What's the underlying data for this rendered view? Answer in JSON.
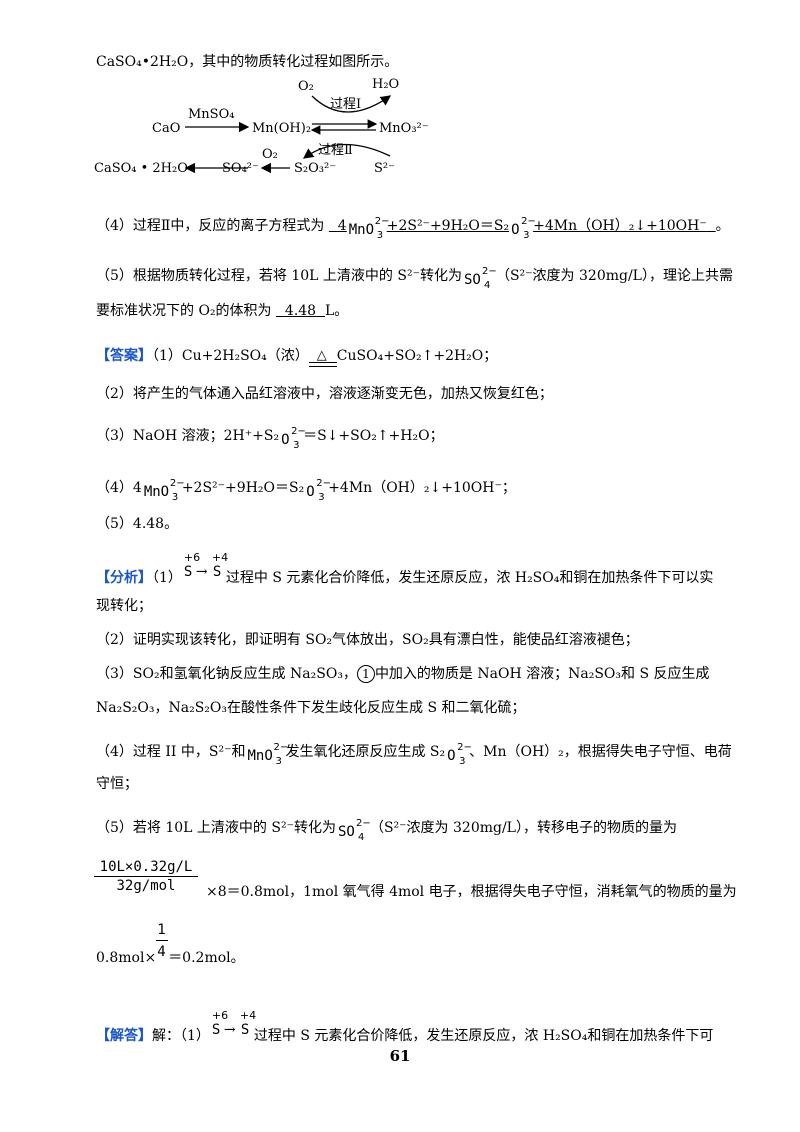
{
  "line_intro": "CaSO₄•2H₂O，其中的物质转化过程如图所示。",
  "diagram": {
    "o2_a": "O₂",
    "h2o": "H₂O",
    "process1": "过程Ⅰ",
    "mnso4": "MnSO₄",
    "cao": "CaO",
    "mnoh2": "Mn(OH)₂",
    "mno3": "MnO₃²⁻",
    "process2": "过程Ⅱ",
    "o2_b": "O₂",
    "caso4": "CaSO₄ • 2H₂O",
    "so4": "SO₄²⁻",
    "s2o3": "S₂O₃²⁻",
    "s2": "S²⁻"
  },
  "q4": {
    "prefix": "（4）过程Ⅱ中，反应的离子方程式为",
    "answer_a": "4",
    "answer_b": "+2S²⁻+9H₂O＝S₂",
    "answer_c": "+4Mn（OH）₂↓+10OH⁻",
    "suffix": "。"
  },
  "q5": {
    "line1_a": "（5）根据物质转化过程，若将 10L 上清液中的 S²⁻转化为",
    "line1_b": "（S²⁻浓度为 320mg/L），理论上共需",
    "line2_a": "要标准状况下的 O₂的体积为",
    "answer": "4.48",
    "line2_b": "L。"
  },
  "answer": {
    "tag": "【答案】",
    "a1": "（1）Cu+2H₂SO₄（浓）",
    "a1_cond": "△",
    "a1_rest": "CuSO₄+SO₂↑+2H₂O；",
    "a2": "（2）将产生的气体通入品红溶液中，溶液逐渐变无色，加热又恢复红色；",
    "a3_a": "（3）NaOH 溶液；2H⁺+S₂",
    "a3_b": "＝S↓+SO₂↑+H₂O；",
    "a4_a": "（4）4",
    "a4_b": "+2S²⁻+9H₂O＝S₂",
    "a4_c": "+4Mn（OH）₂↓+10OH⁻；",
    "a5": "（5）4.48。"
  },
  "analysis": {
    "tag": "【分析】",
    "p1_a": "（1）",
    "ox_a": "+6",
    "ox_b": "+4",
    "p1_b": "过程中 S 元素化合价降低，发生还原反应，浓 H₂SO₄和铜在加热条件下可以实",
    "p1_c": "现转化；",
    "p2": "（2）证明实现该转化，即证明有 SO₂气体放出，SO₂具有漂白性，能使品红溶液褪色；",
    "p3_a": "（3）SO₂和氢氧化钠反应生成 Na₂SO₃，",
    "p3_circle": "1",
    "p3_b": "中加入的物质是 NaOH 溶液；Na₂SO₃和 S 反应生成",
    "p3_c": "Na₂S₂O₃，Na₂S₂O₃在酸性条件下发生歧化反应生成 S 和二氧化硫；",
    "p4_a": "（4）过程 II 中，S²⁻和",
    "p4_b": "发生氧化还原反应生成 S₂",
    "p4_c": "、Mn（OH）₂，根据得失电子守恒、电荷",
    "p4_d": "守恒；",
    "p5_a": "（5）若将 10L 上清液中的 S²⁻转化为",
    "p5_b": "（S²⁻浓度为 320mg/L），转移电子的物质的量为",
    "frac_num": "10L×0.32g/L",
    "frac_den": "32g/mol",
    "p5_c": "×8＝0.8mol，1mol 氧气得 4mol 电子，根据得失电子守恒，消耗氧气的物质的量为",
    "frac2_num": "1",
    "frac2_den": "4",
    "p5_d": "0.8mol×",
    "p5_e": "＝0.2mol。"
  },
  "solution": {
    "tag": "【解答】",
    "s1_a": "解：（1）",
    "s1_b": "过程中 S 元素化合价降低，发生还原反应，浓 H₂SO₄和铜在加热条件下可"
  },
  "ion_labels": {
    "mno3_base": "MnO",
    "o3_base": "O",
    "so4_base": "SO",
    "sub3": "3",
    "sub4": "4",
    "sup2m": "2−",
    "s_letter": "S",
    "arrow": "→"
  },
  "page_number": "61"
}
